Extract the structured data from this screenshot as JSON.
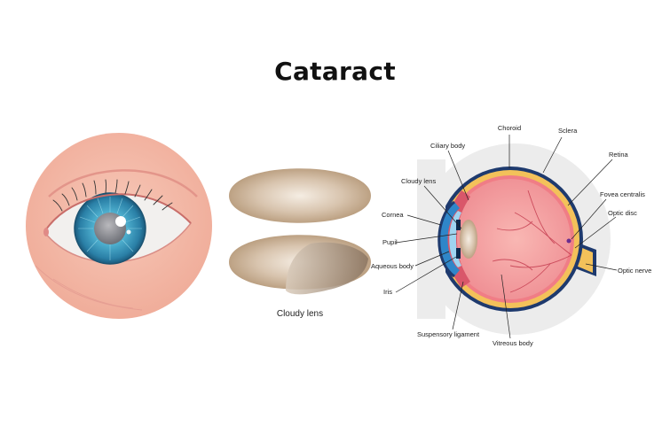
{
  "title": "Cataract",
  "lens_caption": "Cloudy lens",
  "labels": {
    "choroid": "Choroid",
    "sclera": "Sclera",
    "ciliary_body": "Ciliary body",
    "retina": "Retina",
    "cloudy_lens": "Cloudy lens",
    "fovea_centralis": "Fovea centralis",
    "cornea": "Cornea",
    "optic_disc": "Optic disc",
    "pupil": "Pupil",
    "aqueous_body": "Aqueous body",
    "optic_nerve": "Optic nerve",
    "iris": "Iris",
    "suspensory_ligament": "Suspensory ligament",
    "vitreous_body": "Vitreous body"
  },
  "colors": {
    "skin": "#f4bfae",
    "iris_blue": "#4aa6c8",
    "lens_tan": "#c9b095",
    "sclera_navy": "#1e3a6e",
    "choroid_yellow": "#f3c15a",
    "retina_pink": "#f29aa0",
    "vitreous_pink": "#f7a7a6",
    "cornea_blue": "#2f86c9"
  }
}
